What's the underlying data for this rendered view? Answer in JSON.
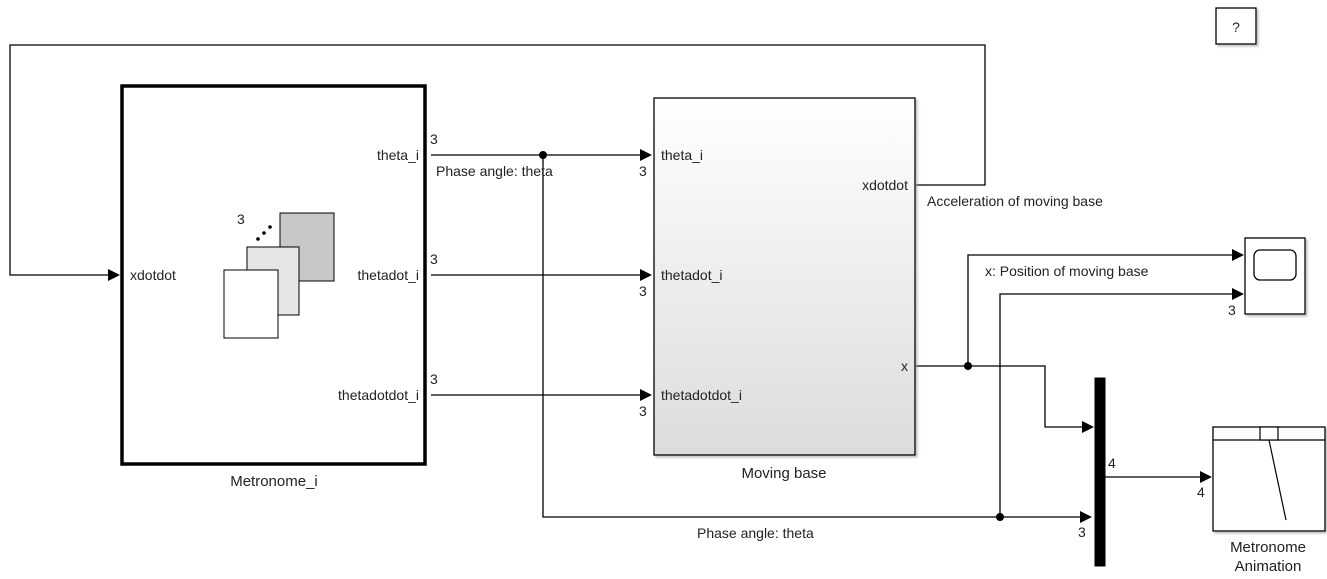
{
  "help_button": {
    "label": "?"
  },
  "metronome_block": {
    "caption": "Metronome_i",
    "inport": "xdotdot",
    "outports": [
      "theta_i",
      "thetadot_i",
      "thetadotdot_i"
    ],
    "stack_count": "3"
  },
  "moving_base_block": {
    "caption": "Moving base",
    "inports": [
      "theta_i",
      "thetadot_i",
      "thetadotdot_i"
    ],
    "outports": [
      "xdotdot",
      "x"
    ]
  },
  "scope_block": {
    "input_dims": [
      "3"
    ]
  },
  "mux_block": {
    "output_dim": "4",
    "input_dims": [
      "3"
    ]
  },
  "animation_block": {
    "caption_line1": "Metronome",
    "caption_line2": "Animation",
    "input_dim": "4"
  },
  "signal_dims": {
    "theta": "3",
    "thetadot": "3",
    "thetadotdot": "3",
    "mb_theta": "3",
    "mb_thetadot": "3",
    "mb_thetadotdot": "3"
  },
  "signal_labels": {
    "phase_angle_top": "Phase angle: theta",
    "phase_angle_bottom": "Phase angle: theta",
    "acceleration": "Acceleration of moving base",
    "position": "x: Position of moving base"
  },
  "colors": {
    "wire": "#000000",
    "block_border": "#000000",
    "gradient_bottom": "#dcdcdc"
  }
}
